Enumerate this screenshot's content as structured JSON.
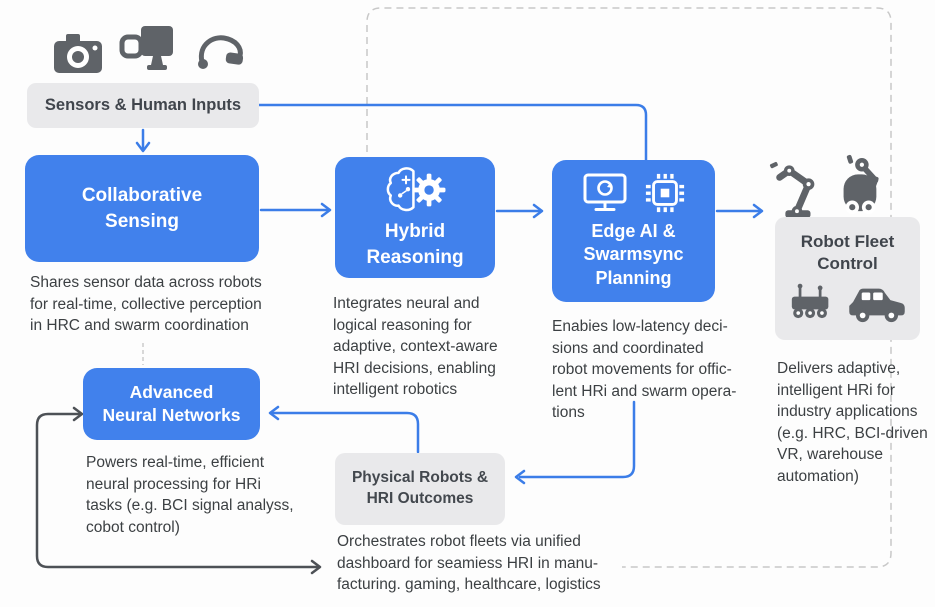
{
  "palette": {
    "node_blue": "#4181ec",
    "arrow_blue": "#3b7de8",
    "gray_box": "#e9e9eb",
    "dark_icon": "#5f6368",
    "dark_arrow": "#4d5156",
    "dashed_border": "#c8c8c8",
    "text_dark": "#3c4043"
  },
  "icons": {
    "inputs": [
      "camera-icon",
      "smart-display-icon",
      "vr-headset-icon"
    ],
    "hybrid": "brain-gear-icon",
    "edge": [
      "monitor-sync-icon",
      "chip-icon"
    ],
    "fleet_top": [
      "robot-arm-icon",
      "humanoid-robot-icon"
    ],
    "fleet_inside": [
      "rover-icon",
      "vehicle-icon"
    ]
  },
  "nodes": {
    "sensors": {
      "label": "Sensors & Human Inputs"
    },
    "collab": {
      "title": "Collaborative\nSensing",
      "desc": "Shares sensor data across robots\nfor real-time, collective perception\nin HRC and swarm coordination"
    },
    "hybrid": {
      "title": "Hybrid\nReasoning",
      "desc": "Integrates neural and\nlogical reasoning for\nadaptive, context-aware\nHRI decisions, enabling\nintelligent robotics"
    },
    "edge": {
      "title": "Edge AI &\nSwarmsync\nPlanning",
      "desc": "Enabies low-latency deci-\nsions and coordinated\nrobot movements for offic-\nlent HRi and swarm opera-\ntions"
    },
    "fleet": {
      "title": "Robot Fleet\nControl",
      "desc": "Delivers adaptive,\nintelligent HRi for\nindustry applications\n(e.g. HRC, BCI-driven\nVR, warehouse\nautomation)"
    },
    "ann": {
      "title": "Advanced\nNeural Networks",
      "desc": "Powers real-time, efficient\nneural processing for HRi\ntasks (e.g. BCI signal analyss,\ncobot control)"
    },
    "physical": {
      "title": "Physical Robots &\nHRI Outcomes",
      "desc": "Orchestrates robot fleets via unified\ndashboard for seamiess HRI in manu-\nfacturing. gaming, healthcare, logistics"
    }
  }
}
